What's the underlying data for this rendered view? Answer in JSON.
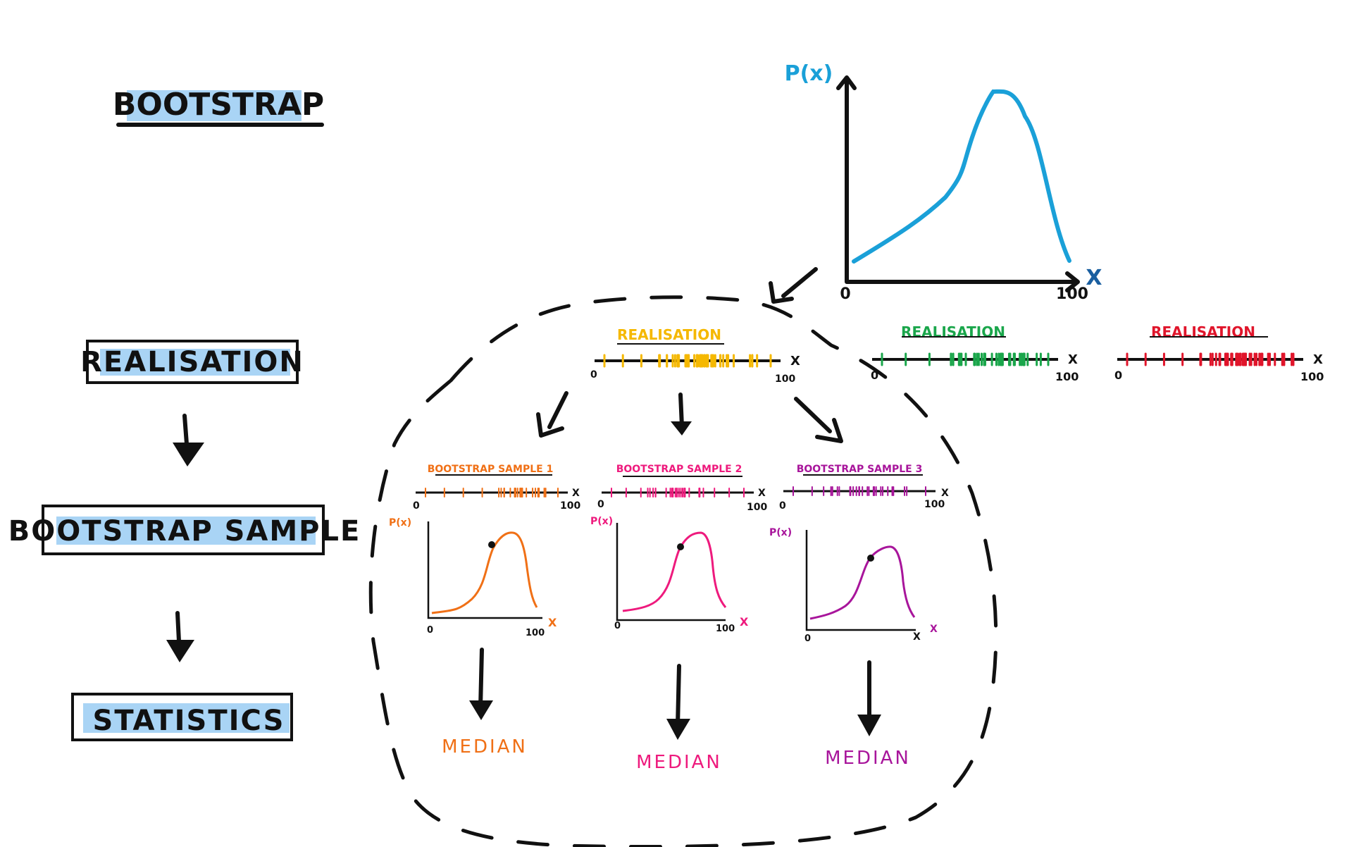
{
  "title": "BOOTSTRAP",
  "flow": {
    "realisation": "REALISATION",
    "bootstrap_sample": "BOOTSTRAP SAMPLE",
    "statistics": "STATISTICS"
  },
  "main_plot": {
    "y_label": "P(x)",
    "x_label": "X",
    "x_min": "0",
    "x_max": "100"
  },
  "realisations": [
    {
      "label": "REALISATION",
      "x_min": "0",
      "x_max": "100",
      "axis_label": "X",
      "color": "#f5b800"
    },
    {
      "label": "REALISATION",
      "x_min": "0",
      "x_max": "100",
      "axis_label": "X",
      "color": "#1aa64b"
    },
    {
      "label": "REALISATION",
      "x_min": "0",
      "x_max": "100",
      "axis_label": "X",
      "color": "#e0152b"
    }
  ],
  "samples": [
    {
      "label": "BOOTSTRAP SAMPLE 1",
      "color": "#f07016",
      "x_min": "0",
      "x_max": "100",
      "axis_label": "X",
      "y_label": "P(x)",
      "plot_x_min": "0",
      "plot_x_max": "100",
      "plot_x_label": "X",
      "statistic": "MEDIAN"
    },
    {
      "label": "BOOTSTRAP SAMPLE 2",
      "color": "#ee1a7d",
      "x_min": "0",
      "x_max": "100",
      "axis_label": "X",
      "y_label": "P(x)",
      "plot_x_min": "0",
      "plot_x_max": "100",
      "plot_x_label": "X",
      "statistic": "MEDIAN"
    },
    {
      "label": "BOOTSTRAP SAMPLE 3",
      "color": "#a8159b",
      "x_min": "0",
      "x_max": "100",
      "axis_label": "X",
      "y_label": "P(x)",
      "plot_x_min": "0",
      "plot_x_max": "",
      "plot_x_label": "X",
      "statistic": "MEDIAN"
    }
  ],
  "colors": {
    "ink": "#111111",
    "highlight": "#a9d4f5",
    "main_curve": "#1aa0d8",
    "x_axis_label": "#1a5fa0"
  }
}
